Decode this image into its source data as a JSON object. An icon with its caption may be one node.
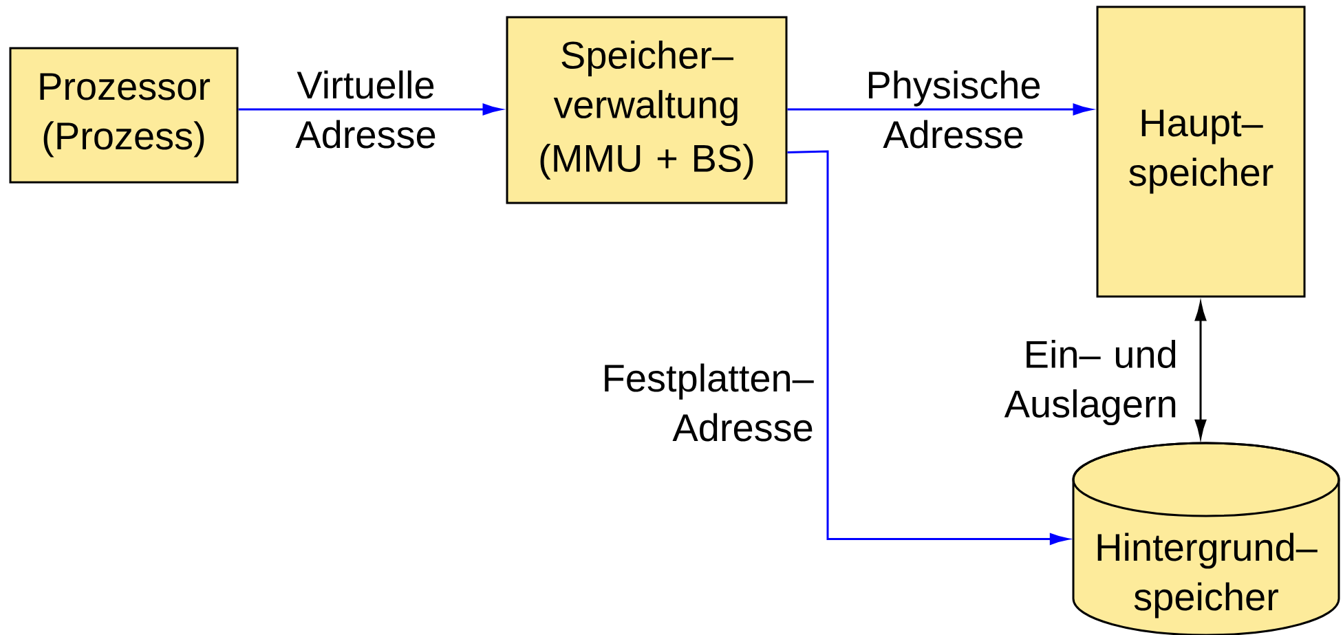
{
  "diagram": {
    "nodes": [
      {
        "text": [
          "Prozessor (Prozess)"
        ]
      },
      {
        "text": [
          "Speicher– verwaltung",
          "(MMU + BS)"
        ]
      },
      {
        "text": [
          "Haupt– speicher"
        ]
      },
      {
        "text": [
          "Hintergrund– speicher"
        ]
      }
    ],
    "edges": [
      {
        "from": 0,
        "to": 1,
        "arrow": "to",
        "label": "Virtuelle Adresse"
      },
      {
        "from": 1,
        "to": 2,
        "arrow": "to",
        "label": "Physische Adresse"
      },
      {
        "from": 1,
        "to": 3,
        "arrow": "to",
        "label": "Festplatten– Adresse"
      },
      {
        "from": 2,
        "to": 3,
        "arrow": "both",
        "label": "Ein– und Auslagern",
        "color": "#000000"
      }
    ]
  }
}
